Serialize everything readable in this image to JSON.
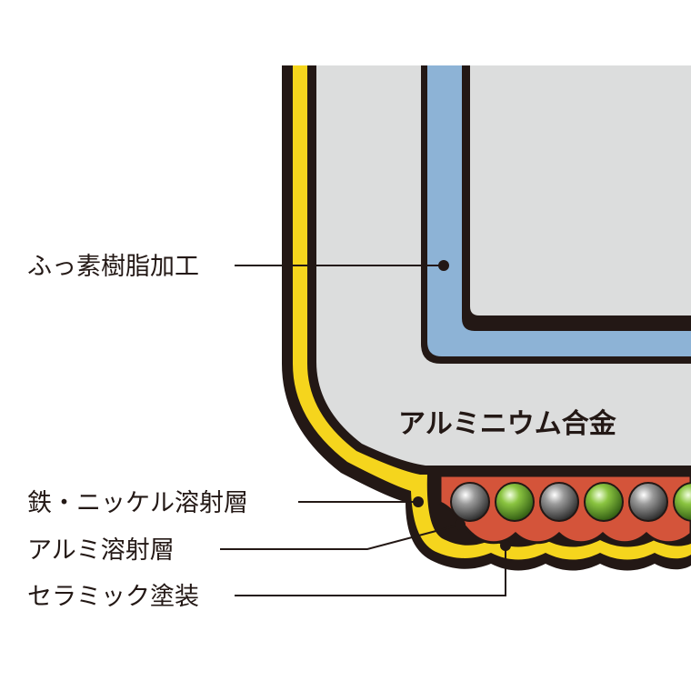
{
  "labels": {
    "coating": "ふっ素樹脂加工",
    "iron_nickel": "鉄・ニッケル溶射層",
    "aluminum_spray": "アルミ溶射層",
    "ceramic": "セラミック塗装"
  },
  "core_label": "アルミニウム合金",
  "colors": {
    "outline": "#231815",
    "ceramic_yellow": "#f5d51d",
    "aluminum_gray": "#dcdddd",
    "coating_blue": "#8db3d6",
    "spray_red": "#d4543a",
    "bead_green": "#8ac440",
    "bead_gray": "#8a8a8a"
  }
}
